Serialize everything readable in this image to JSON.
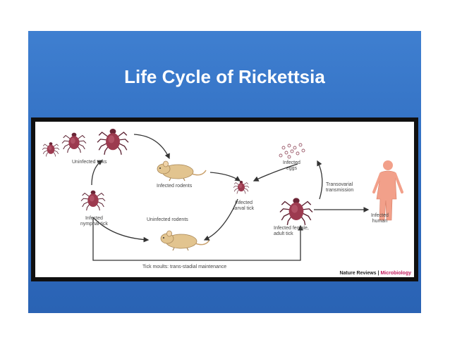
{
  "title": "Life Cycle of Rickettsia",
  "labels": {
    "uninfected_ticks": "Uninfected ticks",
    "infected_rodents": "Infected rodents",
    "infected_nymphal_tick": "Infected\nnymphal tick",
    "uninfected_rodents": "Uninfected rodents",
    "infected_larval_tick": "Infected\nlarval tick",
    "infected_eggs": "Infected\neggs",
    "transovarial": "Transovarial\ntransmission",
    "infected_female": "Infected female,\nadult tick",
    "infected_human": "Infected\nhuman",
    "tick_moults": "Tick moults: trans-stadial maintenance"
  },
  "credit": {
    "journal": "Nature Reviews",
    "separator": " | ",
    "section": "Microbiology"
  },
  "colors": {
    "slide_bg": "#3370c3",
    "tick": "#9c3a4f",
    "rodent": "#e2c48f",
    "egg": "#9b5a6a",
    "human": "#f2a08a",
    "arrow": "#333333"
  }
}
